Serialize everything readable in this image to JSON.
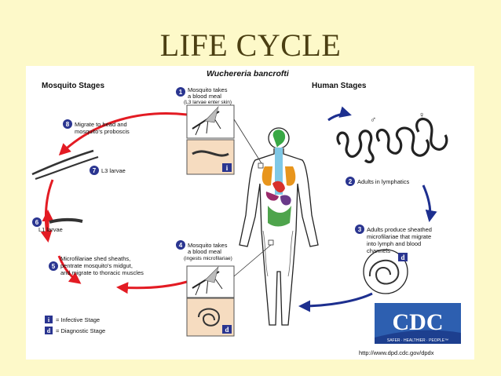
{
  "slide": {
    "title": "LIFE CYCLE"
  },
  "diagram": {
    "organism": "Wuchereria bancrofti",
    "sections": {
      "mosquito": "Mosquito Stages",
      "human": "Human Stages"
    },
    "steps": [
      {
        "num": "1",
        "lines": [
          "Mosquito takes",
          "a blood meal",
          "(L3 larvae enter skin)"
        ]
      },
      {
        "num": "2",
        "lines": [
          "Adults in lymphatics"
        ]
      },
      {
        "num": "3",
        "lines": [
          "Adults produce sheathed",
          "microfilariae that migrate",
          "into lymph and blood",
          "channels"
        ]
      },
      {
        "num": "4",
        "lines": [
          "Mosquito takes",
          "a blood meal",
          "(ingests microfilariae)"
        ]
      },
      {
        "num": "5",
        "lines": [
          "Microfilariae shed sheaths,",
          "pentrate mosquito's midgut,",
          "and migrate to thoracic muscles"
        ]
      },
      {
        "num": "6",
        "lines": [
          "L1 larvae"
        ]
      },
      {
        "num": "7",
        "lines": [
          "L3 larvae"
        ]
      },
      {
        "num": "8",
        "lines": [
          "Migrate to head and",
          "mosquito's proboscis"
        ]
      }
    ],
    "legend": {
      "infective_mark": "i",
      "infective": "= Infective Stage",
      "diagnostic_mark": "d",
      "diagnostic": "= Diagnostic Stage"
    },
    "badges": {
      "infective": "i",
      "diagnostic": "d"
    },
    "gender_symbols": {
      "male": "♂",
      "female": "♀"
    },
    "logo": {
      "text": "CDC",
      "tagline": "SAFER · HEALTHIER · PEOPLE™"
    },
    "url": "http://www.dpd.cdc.gov/dpdx",
    "colors": {
      "red_arrow": "#e31b23",
      "blue_arrow": "#1d2f8f",
      "step_circle": "#2a3590",
      "stage_box": "#f6dcc0",
      "cdc_blue": "#1d3f8f"
    }
  }
}
